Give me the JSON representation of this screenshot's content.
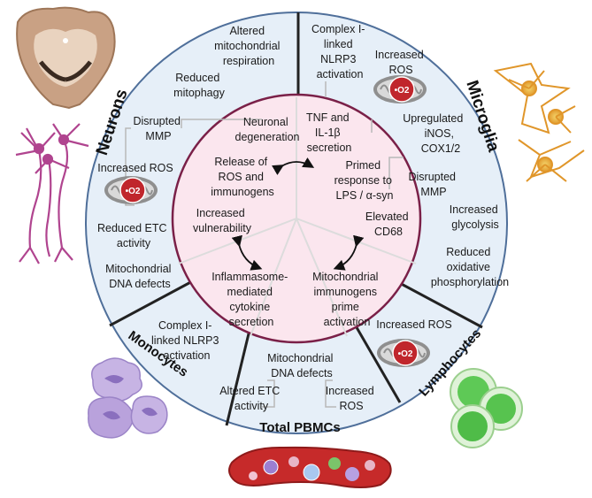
{
  "colors": {
    "outer_ring": "#e6eff8",
    "outer_stroke": "#4f6f9a",
    "inner_circle": "#fbe6ee",
    "inner_stroke": "#7a2048",
    "divider": "#222222",
    "connector": "#b9b9b9",
    "mito_red": "#c0262c"
  },
  "sections": {
    "neurons": "Neurons",
    "microglia": "Microglia",
    "monocytes": "Monocytes",
    "lymphocytes": "Lymphocytes",
    "total_pbmcs": "Total PBMCs"
  },
  "neurons_items": {
    "altered_resp_1": "Altered",
    "altered_resp_2": "mitochondrial",
    "altered_resp_3": "respiration",
    "mitophagy_1": "Reduced",
    "mitophagy_2": "mitophagy",
    "mmp_1": "Disrupted",
    "mmp_2": "MMP",
    "ros": "Increased ROS",
    "etc_1": "Reduced ETC",
    "etc_2": "activity",
    "dna_1": "Mitochondrial",
    "dna_2": "DNA defects"
  },
  "microglia_items": {
    "nlrp3_1": "Complex I-",
    "nlrp3_2": "linked",
    "nlrp3_3": "NLRP3",
    "nlrp3_4": "activation",
    "ros_1": "Increased",
    "ros_2": "ROS",
    "inos_1": "Upregulated",
    "inos_2": "iNOS,",
    "inos_3": "COX1/2",
    "mmp_1": "Disrupted",
    "mmp_2": "MMP",
    "glyc_1": "Increased",
    "glyc_2": "glycolysis",
    "oxphos_1": "Reduced",
    "oxphos_2": "oxidative",
    "oxphos_3": "phosphorylation"
  },
  "monocytes_items": {
    "nlrp3_1": "Complex I-",
    "nlrp3_2": "linked NLRP3",
    "nlrp3_3": "activation"
  },
  "lymphocytes_items": {
    "ros": "Increased ROS"
  },
  "pbmc_items": {
    "dna_1": "Mitochondrial",
    "dna_2": "DNA defects",
    "etc_1": "Altered ETC",
    "etc_2": "activity",
    "ros_1": "Increased",
    "ros_2": "ROS"
  },
  "inner": {
    "neuronal_1": "Neuronal",
    "neuronal_2": "degeneration",
    "release_1": "Release of",
    "release_2": "ROS and",
    "release_3": "immunogens",
    "vuln_1": "Increased",
    "vuln_2": "vulnerability",
    "tnf_1": "TNF and",
    "tnf_2": "IL-1β",
    "tnf_3": "secretion",
    "primed_1": "Primed",
    "primed_2": "response to",
    "primed_3": "LPS / α-syn",
    "cd68_1": "Elevated",
    "cd68_2": "CD68",
    "inflam_1": "Inflammasome-",
    "inflam_2": "mediated",
    "inflam_3": "cytokine",
    "inflam_4": "secretion",
    "mito_1": "Mitochondrial",
    "mito_2": "immunogens",
    "mito_3": "prime",
    "mito_4": "activation"
  },
  "mito_label": "•O2",
  "icons": [
    "brain-section-icon",
    "neuron-icon",
    "microglia-icon",
    "mitochondria-icon",
    "monocyte-icon",
    "lymphocyte-icon",
    "blood-vessel-icon"
  ]
}
